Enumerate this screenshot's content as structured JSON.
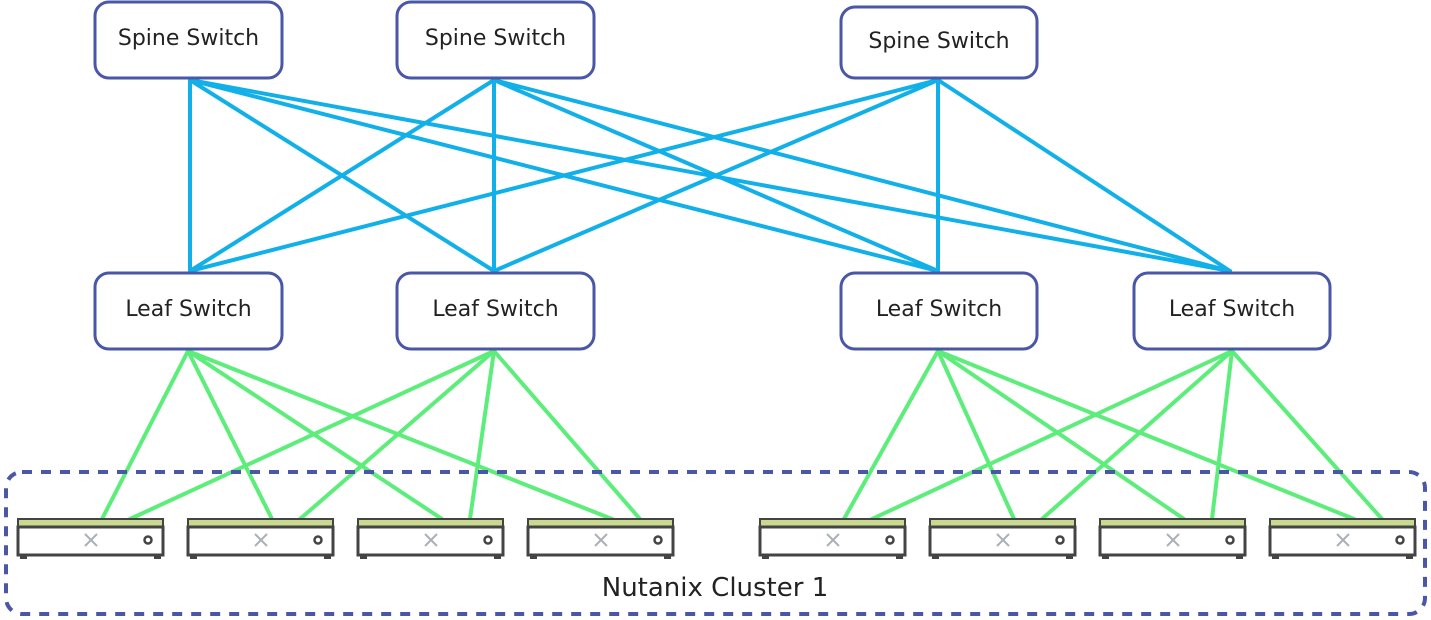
{
  "colors": {
    "spine_link": "#12b0e8",
    "leaf_link": "#5ced7a",
    "box_border": "#4a57a6",
    "cluster_border": "#4a57a6",
    "node_top": "#c9d98f",
    "node_outline": "#444444"
  },
  "spine_switches": [
    {
      "label": "Spine Switch"
    },
    {
      "label": "Spine Switch"
    },
    {
      "label": "Spine Switch"
    }
  ],
  "leaf_switches": [
    {
      "label": "Leaf Switch"
    },
    {
      "label": "Leaf Switch"
    },
    {
      "label": "Leaf Switch"
    },
    {
      "label": "Leaf Switch"
    }
  ],
  "cluster": {
    "label": "Nutanix Cluster 1",
    "node_count": 8,
    "node_icon": "nutanix-x-icon"
  },
  "connections": {
    "spine_to_leaf": "full-mesh",
    "leaf_to_node": [
      {
        "leaf": 0,
        "nodes": [
          0,
          1,
          2,
          3
        ]
      },
      {
        "leaf": 1,
        "nodes": [
          0,
          1,
          2,
          3
        ]
      },
      {
        "leaf": 2,
        "nodes": [
          4,
          5,
          6,
          7
        ]
      },
      {
        "leaf": 3,
        "nodes": [
          4,
          5,
          6,
          7
        ]
      }
    ]
  }
}
